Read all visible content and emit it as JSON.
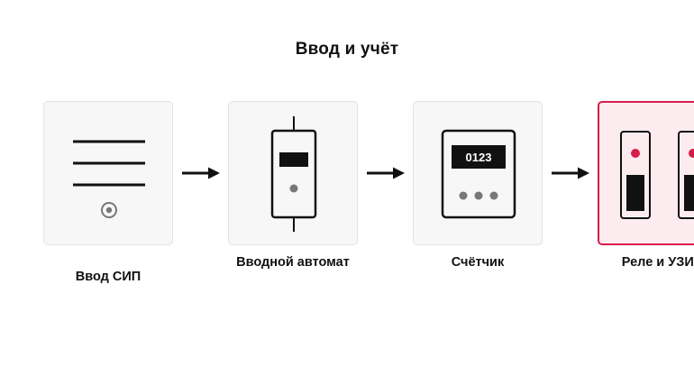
{
  "diagram": {
    "title": "Ввод и учёт",
    "steps": [
      {
        "label": "Ввод СИП",
        "icon": "cable-entry-icon"
      },
      {
        "label": "Вводной автомат",
        "icon": "circuit-breaker-icon"
      },
      {
        "label": "Счётчик",
        "icon": "electric-meter-icon",
        "display": "0123"
      },
      {
        "label": "Реле и УЗИП",
        "icon": "relay-spd-icon",
        "active": true
      }
    ]
  },
  "colors": {
    "accent": "#d81b4a",
    "card_bg": "#f7f7f7",
    "active_bg": "#fdecef",
    "ink": "#111111",
    "muted": "#777777"
  }
}
